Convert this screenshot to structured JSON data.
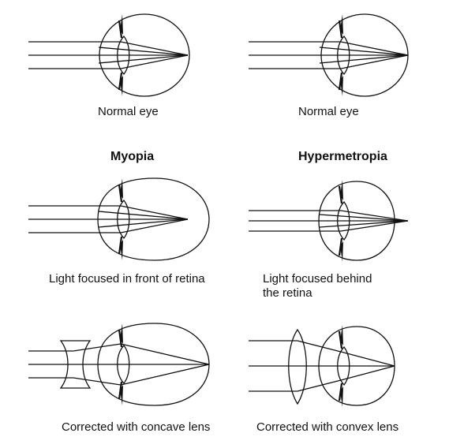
{
  "headings": {
    "myopia": "Myopia",
    "hypermetropia": "Hypermetropia"
  },
  "captions": {
    "normal_left": "Normal eye",
    "normal_right": "Normal eye",
    "myopia": "Light focused in front of retina",
    "hyper_line1": "Light focused behind",
    "hyper_line2": "the retina",
    "concave": "Corrected with concave lens",
    "convex": "Corrected with convex lens"
  },
  "colors": {
    "line": "#111111",
    "background": "#ffffff"
  }
}
